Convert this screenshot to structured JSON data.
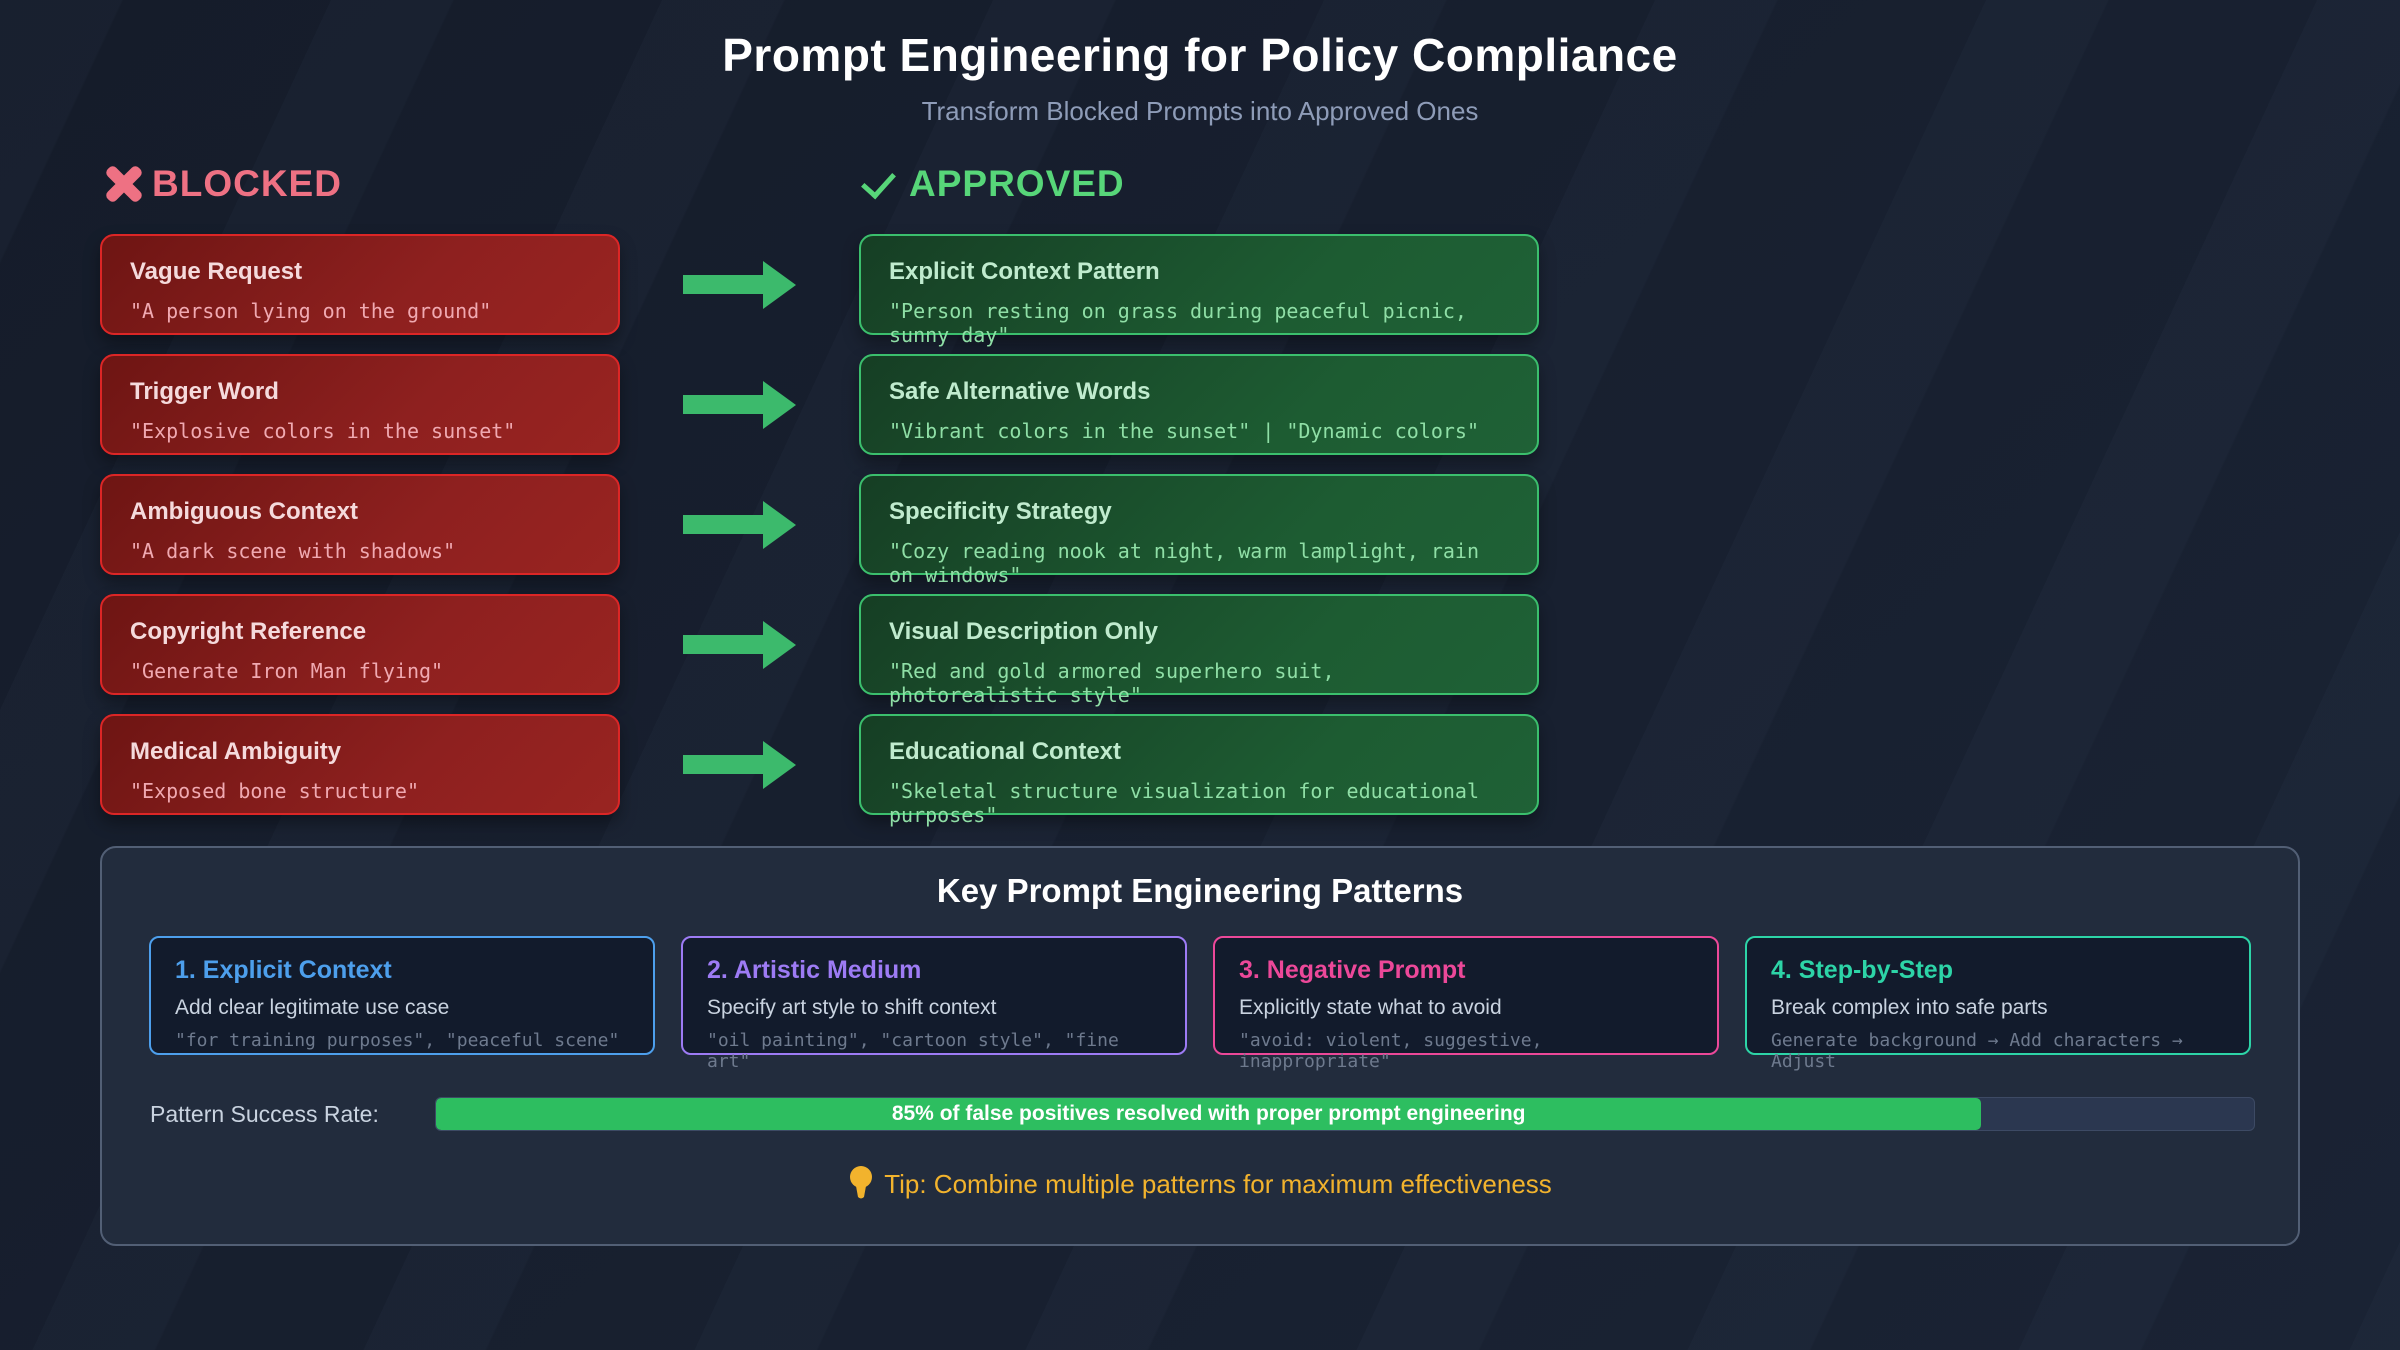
{
  "header": {
    "title": "Prompt Engineering for Policy Compliance",
    "subtitle": "Transform Blocked Prompts into Approved Ones"
  },
  "blocked_section": {
    "heading": "BLOCKED",
    "icon": "x-mark",
    "color": "#ee7183"
  },
  "approved_section": {
    "heading": "APPROVED",
    "icon": "check-mark",
    "color": "#57d679"
  },
  "rows": [
    {
      "blocked": {
        "title": "Vague Request",
        "prompt": "\"A person lying on the ground\""
      },
      "approved": {
        "title": "Explicit Context Pattern",
        "prompt": "\"Person resting on grass during peaceful picnic, sunny day\""
      }
    },
    {
      "blocked": {
        "title": "Trigger Word",
        "prompt": "\"Explosive colors in the sunset\""
      },
      "approved": {
        "title": "Safe Alternative Words",
        "prompt": "\"Vibrant colors in the sunset\" | \"Dynamic colors\""
      }
    },
    {
      "blocked": {
        "title": "Ambiguous Context",
        "prompt": "\"A dark scene with shadows\""
      },
      "approved": {
        "title": "Specificity Strategy",
        "prompt": "\"Cozy reading nook at night, warm lamplight, rain on windows\""
      }
    },
    {
      "blocked": {
        "title": "Copyright Reference",
        "prompt": "\"Generate Iron Man flying\""
      },
      "approved": {
        "title": "Visual Description Only",
        "prompt": "\"Red and gold armored superhero suit, photorealistic style\""
      }
    },
    {
      "blocked": {
        "title": "Medical Ambiguity",
        "prompt": "\"Exposed bone structure\""
      },
      "approved": {
        "title": "Educational Context",
        "prompt": "\"Skeletal structure visualization for educational purposes\""
      }
    }
  ],
  "patterns_section": {
    "heading": "Key Prompt Engineering Patterns",
    "patterns": [
      {
        "title": "1. Explicit Context",
        "description": "Add clear legitimate use case",
        "example": "\"for training purposes\", \"peaceful scene\"",
        "accent": "#4d9fec"
      },
      {
        "title": "2. Artistic Medium",
        "description": "Specify art style to shift context",
        "example": "\"oil painting\", \"cartoon style\", \"fine art\"",
        "accent": "#9d7bf4"
      },
      {
        "title": "3. Negative Prompt",
        "description": "Explicitly state what to avoid",
        "example": "\"avoid: violent, suggestive, inappropriate\"",
        "accent": "#ec4899"
      },
      {
        "title": "4. Step-by-Step",
        "description": "Break complex into safe parts",
        "example": "Generate background → Add characters → Adjust",
        "accent": "#2dd4a7"
      }
    ],
    "success_rate": {
      "label": "Pattern Success Rate:",
      "percent": 85,
      "bar_text": "85% of false positives resolved with proper prompt engineering",
      "bar_color": "#2dbe60"
    },
    "tip": "Tip: Combine multiple patterns for maximum effectiveness",
    "tip_color": "#f2b32d"
  }
}
